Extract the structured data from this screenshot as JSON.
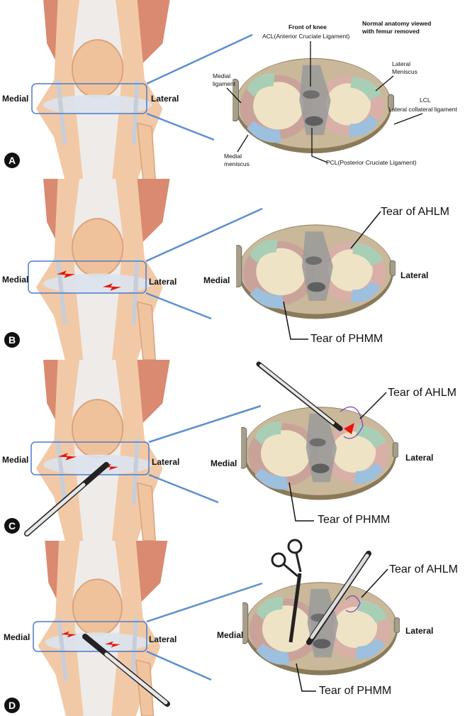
{
  "colors": {
    "leader": "#5b8fd1",
    "tear": "#e3170a",
    "badge": "#111111",
    "tibia_rim": "#8a7a5a",
    "cartilage": "#efe3c6",
    "medial_meniscus": "#c9a39a",
    "lateral_meniscus": "#d8b0a8",
    "meniscus_front": "#a8cfb5",
    "meniscus_back": "#9cc0dd",
    "ligament": "#9a9a9a"
  },
  "panels": [
    {
      "badge": "A",
      "side_medial": "Medial",
      "side_lateral": "Lateral",
      "labels": {
        "header": "Normal anatomy viewed with femur removed",
        "front": "Front of knee",
        "acl": "ACL(Anterior Cruciate Ligament)",
        "medial_ligament": "Medial ligament",
        "lateral_meniscus": "Lateral Meniscus",
        "lcl_short": "LCL",
        "lcl": "Lateral collateral ligament",
        "medial_meniscus": "Medial meniscus",
        "pcl": "PCL(Posterior Cruciate Ligament)"
      }
    },
    {
      "badge": "B",
      "side_medial": "Medial",
      "side_lateral": "Lateral",
      "diag_medial": "Medial",
      "diag_lateral": "Lateral",
      "tear_ahlm": "Tear of AHLM",
      "tear_phmm": "Tear of PHMM"
    },
    {
      "badge": "C",
      "side_medial": "Medial",
      "side_lateral": "Lateral",
      "diag_medial": "Medial",
      "diag_lateral": "Lateral",
      "tear_ahlm": "Tear of AHLM",
      "tear_phmm": "Tear of PHMM"
    },
    {
      "badge": "D",
      "side_medial": "Medial",
      "side_lateral": "Lateral",
      "diag_medial": "Medial",
      "diag_lateral": "Lateral",
      "tear_ahlm": "Tear of AHLM",
      "tear_phmm": "Tear of PHMM"
    }
  ]
}
